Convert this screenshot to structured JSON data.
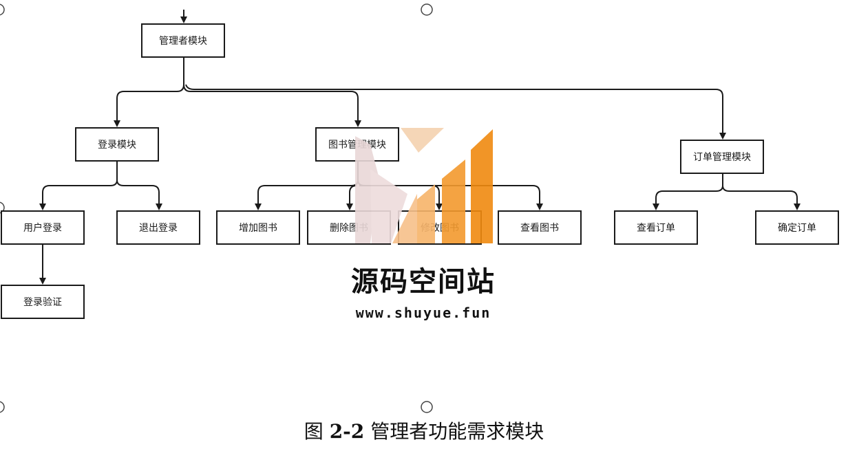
{
  "diagram": {
    "nodes": {
      "root": "管理者模块",
      "login_module": "登录模块",
      "book_module": "图书管理模块",
      "order_module": "订单管理模块",
      "user_login": "用户登录",
      "logout": "退出登录",
      "login_verify": "登录验证",
      "add_book": "增加图书",
      "delete_book": "删除图书",
      "modify_book": "修改图书",
      "view_book": "查看图书",
      "view_order": "查看订单",
      "confirm_order": "确定订单"
    }
  },
  "watermark": {
    "title": "源码空间站",
    "url": "www.shuyue.fun",
    "colors": [
      "#f5d2b0",
      "#f7b46a",
      "#f39a2e",
      "#f08a10",
      "#e9d8d8"
    ]
  },
  "caption": {
    "prefix": "图",
    "number": "2-2",
    "text": "管理者功能需求模块"
  },
  "colors": {
    "line": "#1a1a1a",
    "handle": "#444444"
  }
}
